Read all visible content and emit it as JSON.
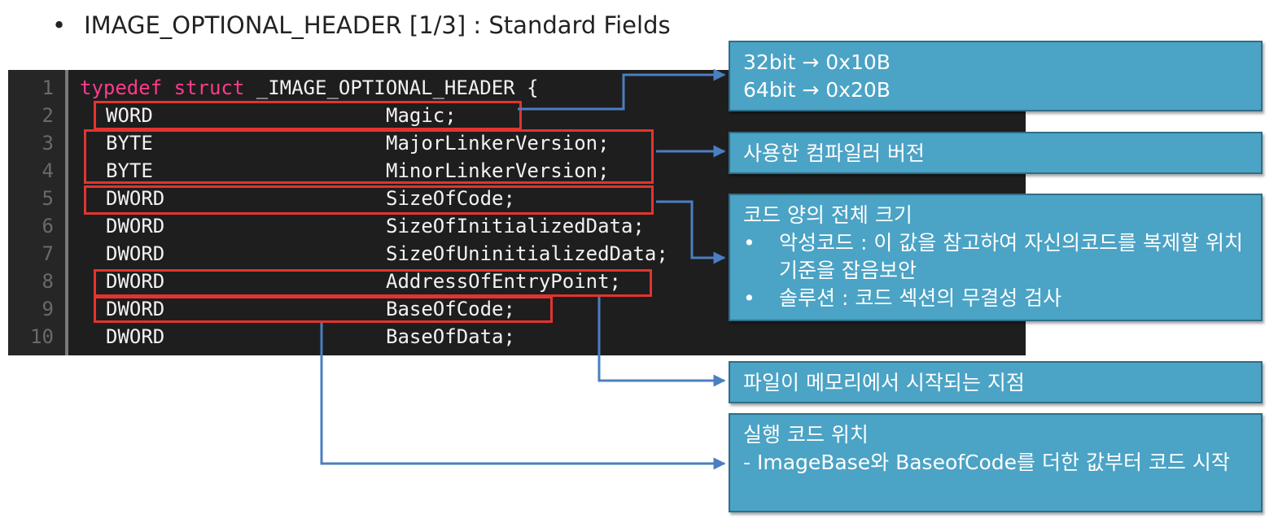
{
  "title": {
    "bullet": "•",
    "text": "IMAGE_OPTIONAL_HEADER [1/3] : Standard Fields"
  },
  "code": {
    "header": {
      "kw": "typedef struct",
      "name": " _IMAGE_OPTIONAL_HEADER {"
    },
    "lines": [
      {
        "n": "1"
      },
      {
        "n": "2",
        "type": "WORD",
        "field": "Magic;"
      },
      {
        "n": "3",
        "type": "BYTE",
        "field": "MajorLinkerVersion;"
      },
      {
        "n": "4",
        "type": "BYTE",
        "field": "MinorLinkerVersion;"
      },
      {
        "n": "5",
        "type": "DWORD",
        "field": "SizeOfCode;"
      },
      {
        "n": "6",
        "type": "DWORD",
        "field": "SizeOfInitializedData;"
      },
      {
        "n": "7",
        "type": "DWORD",
        "field": "SizeOfUninitializedData;"
      },
      {
        "n": "8",
        "type": "DWORD",
        "field": "AddressOfEntryPoint;"
      },
      {
        "n": "9",
        "type": "DWORD",
        "field": "BaseOfCode;"
      },
      {
        "n": "10",
        "type": "DWORD",
        "field": "BaseOfData;"
      }
    ]
  },
  "notes": {
    "magic": {
      "line1": "32bit → 0x10B",
      "line2": "64bit → 0x20B"
    },
    "linker": {
      "text": "사용한 컴파일러 버전"
    },
    "sizeofcode": {
      "heading": "코드 양의 전체 크기",
      "bullets": [
        "악성코드 : 이 값을 참고하여 자신의코드를 복제할 위치 기준을 잡음보안",
        "솔루션 : 코드 섹션의 무결성 검사"
      ]
    },
    "entry": {
      "text": "파일이 메모리에서 시작되는 지점"
    },
    "baseofcode": {
      "heading": "실행 코드 위치",
      "detail": "- ImageBase와 BaseofCode를 더한 값부터 코드 시작"
    }
  },
  "colors": {
    "highlight_box": "#e2342f",
    "note_bg": "#4ba3c5",
    "arrow": "#4a7fc1",
    "keyword": "#ff3a8c"
  }
}
